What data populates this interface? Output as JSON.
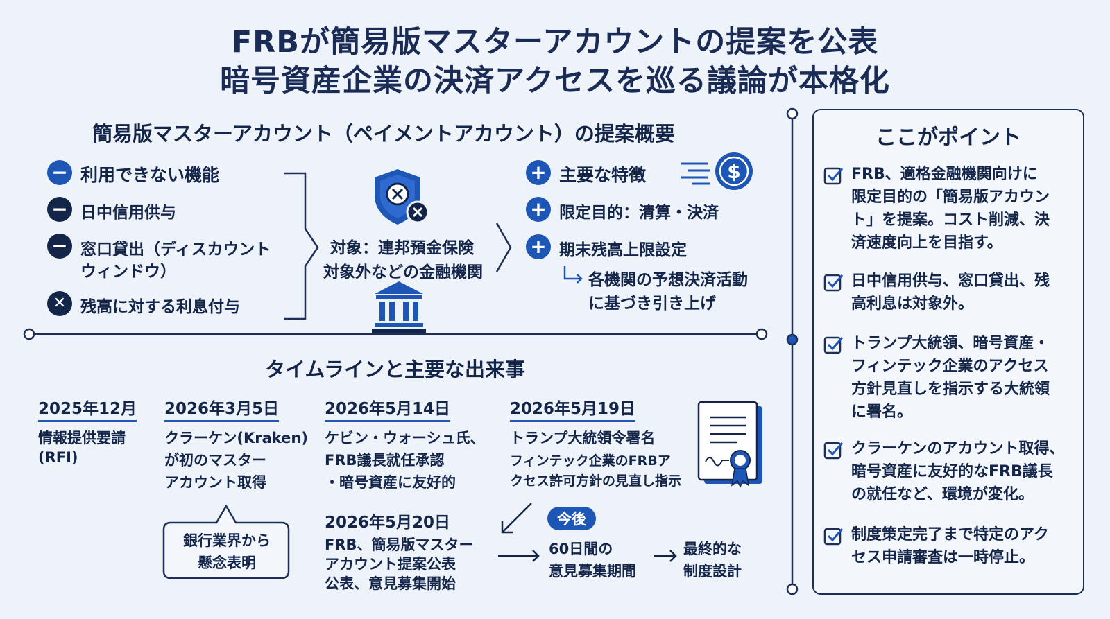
{
  "title": {
    "line1": "FRBが簡易版マスターアカウントの提案を公表",
    "line2": "暗号資産企業の決済アクセスを巡る議論が本格化"
  },
  "overview": {
    "heading": "簡易版マスターアカウント（ペイメントアカウント）の提案概要",
    "unavailable": {
      "header": "利用できない機能",
      "items": [
        "日中信用供与",
        "窓口貸出（ディスカウント",
        "ウィンドウ）",
        "残高に対する利息付与"
      ]
    },
    "target": {
      "line1": "対象：連邦預金保険",
      "line2": "対象外などの金融機関"
    },
    "features": {
      "header": "主要な特徴",
      "item1": "限定目的：清算・決済",
      "item2": "期末残高上限設定",
      "sub1": "各機関の予想決済活動",
      "sub2": "に基づき引き上げ"
    }
  },
  "timeline": {
    "heading": "タイムラインと主要な出来事",
    "events": [
      {
        "date": "2025年12月",
        "lines": [
          "情報提供要請",
          "(RFI)"
        ]
      },
      {
        "date": "2026年3月5日",
        "lines": [
          "クラーケン(Kraken)",
          "が初のマスター",
          "アカウント取得"
        ]
      },
      {
        "date": "2026年5月14日",
        "lines": [
          "ケビン・ウォーシュ氏、",
          "FRB議長就任承認",
          "・暗号資産に友好的"
        ]
      },
      {
        "date": "2026年5月19日",
        "lines": [
          "トランプ大統領令署名",
          "フィンテック企業のFRBア",
          "クセス許可方針の見直し指示"
        ]
      },
      {
        "date": "2026年5月20日",
        "lines": [
          "FRB、簡易版マスター",
          "アカウント提案公表",
          "公表、意見募集開始"
        ]
      }
    ],
    "bubble": [
      "銀行業界から",
      "懸念表明"
    ],
    "future_badge": "今後",
    "period": [
      "60日間の",
      "意見募集期間"
    ],
    "final": [
      "最終的な",
      "制度設計"
    ]
  },
  "points": {
    "heading": "ここがポイント",
    "items": [
      [
        "FRB、適格金融機関向けに",
        "限定目的の「簡易版アカウン",
        "ト」を提案。コスト削減、決",
        "済速度向上を目指す。"
      ],
      [
        "日中信用供与、窓口貸出、残",
        "高利息は対象外。"
      ],
      [
        "トランプ大統領、暗号資産・",
        "フィンテック企業のアクセス",
        "方針見直しを指示する大統領",
        "に署名。"
      ],
      [
        "クラーケンのアカウント取得、",
        "暗号資産に友好的なFRB議長",
        "の就任など、環境が変化。"
      ],
      [
        "制度策定完了まで特定のアク",
        "セス申請審査は一時停止。"
      ]
    ]
  },
  "colors": {
    "navy": "#14254a",
    "blue": "#1e56b6",
    "background": "#eef2f9"
  },
  "icons": [
    "shield-x-icon",
    "dollar-coin-icon",
    "bank-icon",
    "document-certificate-icon",
    "check-icon"
  ]
}
